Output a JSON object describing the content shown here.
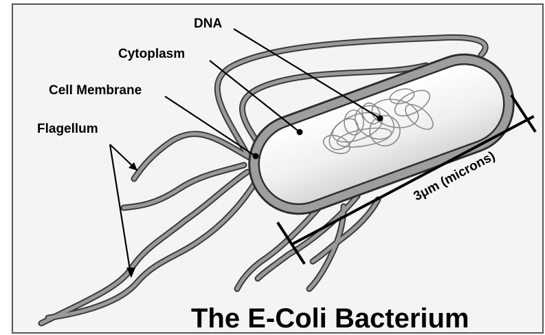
{
  "diagram": {
    "title": "The E-Coli Bacterium",
    "labels": {
      "dna": "DNA",
      "cytoplasm": "Cytoplasm",
      "cell_membrane": "Cell Membrane",
      "flagellum": "Flagellum"
    },
    "scale_label": "3μm (microns)"
  },
  "colors": {
    "background": "#ffffff",
    "flagella": "#8f8f8f",
    "outline": "#3a3a3a",
    "membrane": "#9e9e9e",
    "cytoplasm": "#ececec",
    "dna": "#9a9a9a",
    "text": "#000000"
  }
}
